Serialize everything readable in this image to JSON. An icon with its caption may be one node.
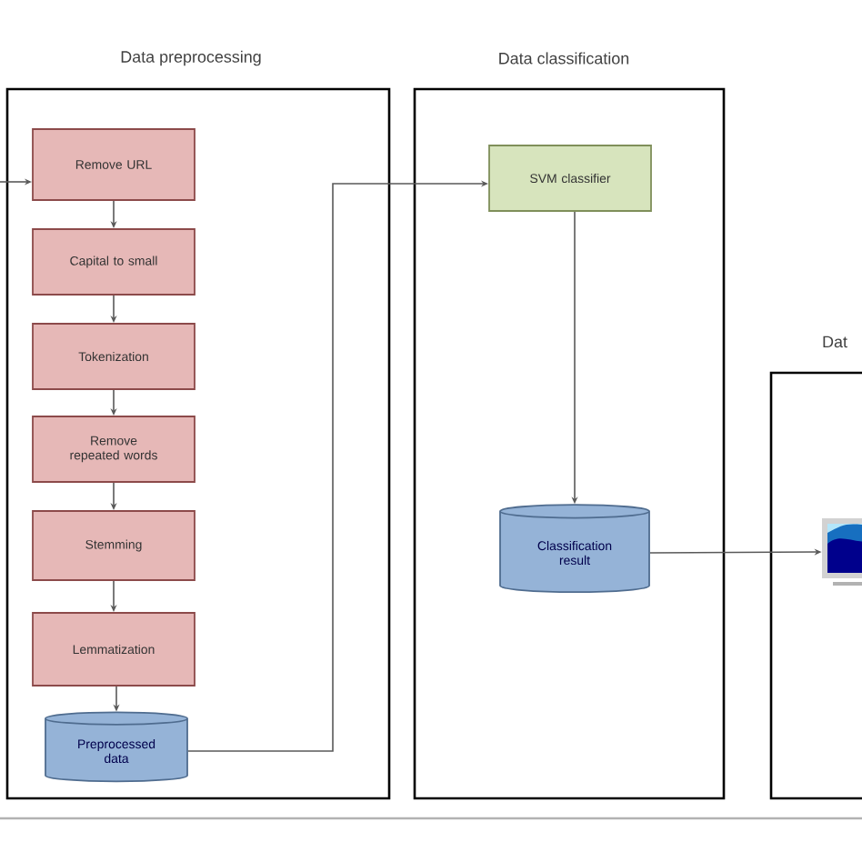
{
  "diagram": {
    "nodes": [
      {
        "text": [
          "Data preprocessing"
        ]
      },
      {
        "text": [
          "Remove URL"
        ],
        "in": 0
      },
      {
        "text": [
          "Capital to small"
        ],
        "in": 0
      },
      {
        "text": [
          "Tokenization"
        ],
        "in": 0
      },
      {
        "text": [
          "Remove repeated words"
        ],
        "in": 0
      },
      {
        "text": [
          "Stemming"
        ],
        "in": 0
      },
      {
        "text": [
          "Lemmatization"
        ],
        "in": 0
      },
      {
        "text": [
          "Preprocessed data"
        ],
        "in": 0
      },
      {
        "text": [
          "Data classification"
        ]
      },
      {
        "text": [
          "SVM classifier"
        ],
        "in": 8
      },
      {
        "text": [
          "Classification result"
        ],
        "in": 8
      },
      {
        "text": [
          "Dat"
        ]
      },
      {
        "text": [],
        "shape": "picture",
        "in": 11
      }
    ],
    "edges": [
      {
        "from": null,
        "to": 1,
        "arrow": "to"
      },
      {
        "from": 1,
        "to": 2,
        "arrow": "to"
      },
      {
        "from": 2,
        "to": 3,
        "arrow": "to"
      },
      {
        "from": 3,
        "to": 4,
        "arrow": "to"
      },
      {
        "from": 4,
        "to": 5,
        "arrow": "to"
      },
      {
        "from": 5,
        "to": 6,
        "arrow": "to"
      },
      {
        "from": 6,
        "to": 7,
        "arrow": "to"
      },
      {
        "from": 7,
        "to": 9,
        "arrow": "to"
      },
      {
        "from": 9,
        "to": 10,
        "arrow": "to"
      },
      {
        "from": 10,
        "to": 12,
        "arrow": "to"
      }
    ]
  }
}
